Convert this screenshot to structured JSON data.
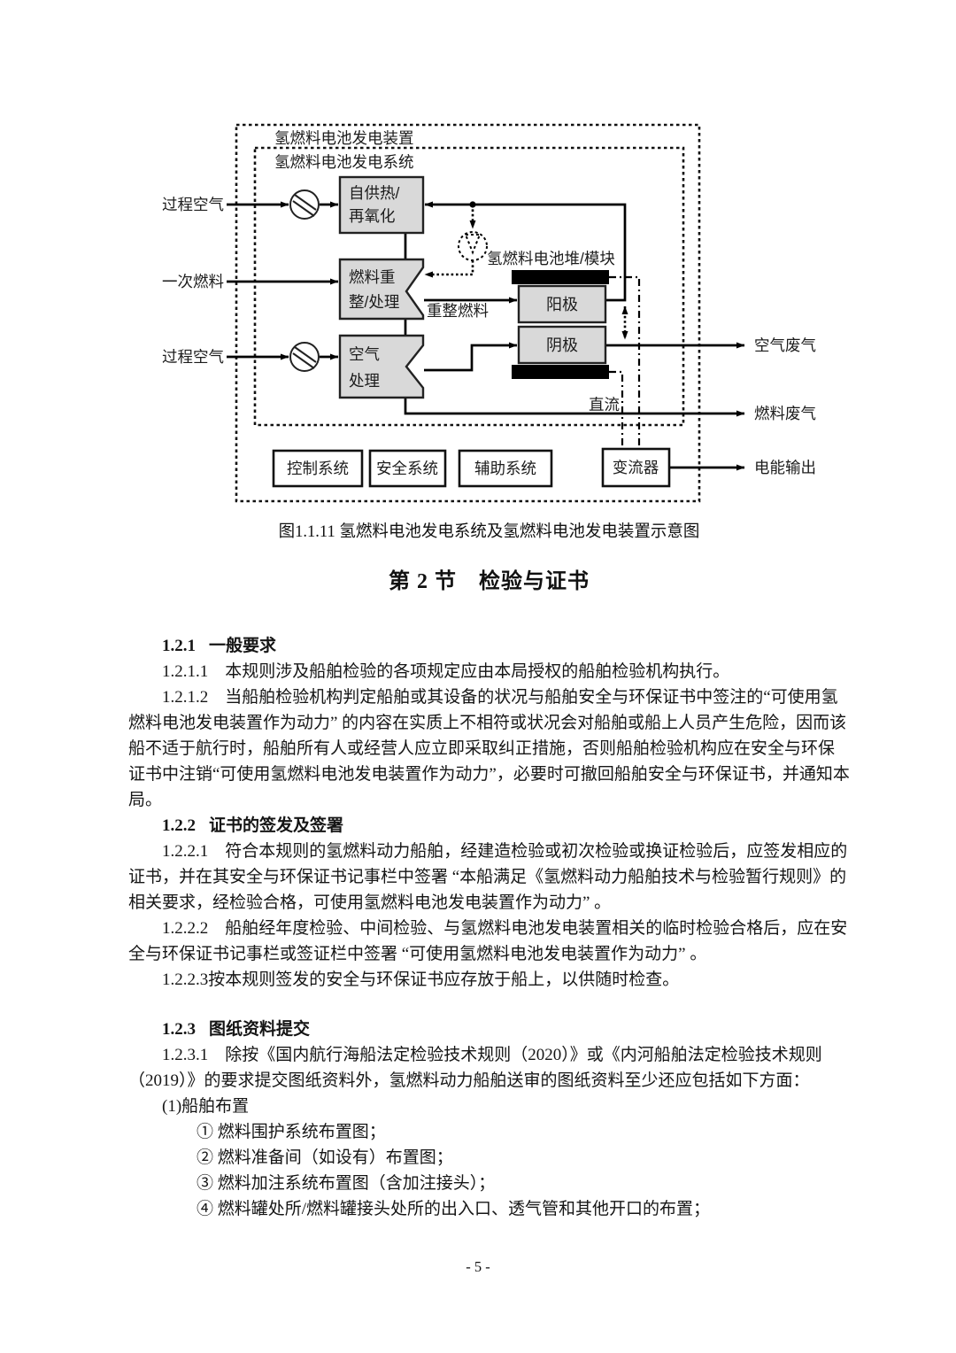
{
  "figure": {
    "caption": "图1.1.11 氢燃料电池发电系统及氢燃料电池发电装置示意图",
    "outer_label": "氢燃料电池发电装置",
    "inner_label": "氢燃料电池发电系统",
    "stack_label": "氢燃料电池堆/模块",
    "box_self_heat_line1": "自供热/",
    "box_self_heat_line2": "再氧化",
    "box_reform_line1": "燃料重",
    "box_reform_line2": "整/处理",
    "box_air_line1": "空气",
    "box_air_line2": "处理",
    "anode": "阳极",
    "cathode": "阴极",
    "input_air_top": "过程空气",
    "input_fuel": "一次燃料",
    "input_air_bottom": "过程空气",
    "reformed_fuel_label": "重整燃料",
    "dc_label": "直流",
    "out_air": "空气废气",
    "out_fuel": "燃料废气",
    "out_power": "电能输出",
    "box_control": "控制系统",
    "box_safety": "安全系统",
    "box_aux": "辅助系统",
    "box_converter": "变流器"
  },
  "heading": {
    "text": "第 2 节　检验与证书"
  },
  "sections": [
    {
      "number": "1.2.1",
      "title": "一般要求",
      "paragraphs": [
        "1.2.1.1　本规则涉及船舶检验的各项规定应由本局授权的船舶检验机构执行。",
        "1.2.1.2　当船舶检验机构判定船舶或其设备的状况与船舶安全与环保证书中签注的“可使用氢燃料电池发电装置作为动力” 的内容在实质上不相符或状况会对船舶或船上人员产生危险，因而该船不适于航行时，船舶所有人或经营人应立即采取纠正措施，否则船舶检验机构应在安全与环保证书中注销“可使用氢燃料电池发电装置作为动力”，必要时可撤回船舶安全与环保证书，并通知本局。"
      ]
    },
    {
      "number": "1.2.2",
      "title": "证书的签发及签署",
      "paragraphs": [
        "1.2.2.1　符合本规则的氢燃料动力船舶，经建造检验或初次检验或换证检验后，应签发相应的证书，并在其安全与环保证书记事栏中签署 “本船满足《氢燃料动力船舶技术与检验暂行规则》的相关要求，经检验合格，可使用氢燃料电池发电装置作为动力” 。",
        "1.2.2.2　船舶经年度检验、中间检验、与氢燃料电池发电装置相关的临时检验合格后，应在安全与环保证书记事栏或签证栏中签署 “可使用氢燃料电池发电装置作为动力” 。",
        "1.2.2.3按本规则签发的安全与环保证书应存放于船上，以供随时检查。"
      ]
    },
    {
      "number": "1.2.3",
      "title": "图纸资料提交",
      "paragraphs": [
        "1.2.3.1　除按《国内航行海船法定检验技术规则（2020）》或《内河船舶法定检验技术规则（2019）》的要求提交图纸资料外，氢燃料动力船舶送审的图纸资料至少还应包括如下方面："
      ],
      "intro": "(1)船舶布置",
      "items": [
        "① 燃料围护系统布置图；",
        "② 燃料准备间（如设有）布置图；",
        "③ 燃料加注系统布置图（含加注接头）；",
        "④ 燃料罐处所/燃料罐接头处所的出入口、透气管和其他开口的布置；"
      ]
    }
  ],
  "page_number": "- 5 -"
}
